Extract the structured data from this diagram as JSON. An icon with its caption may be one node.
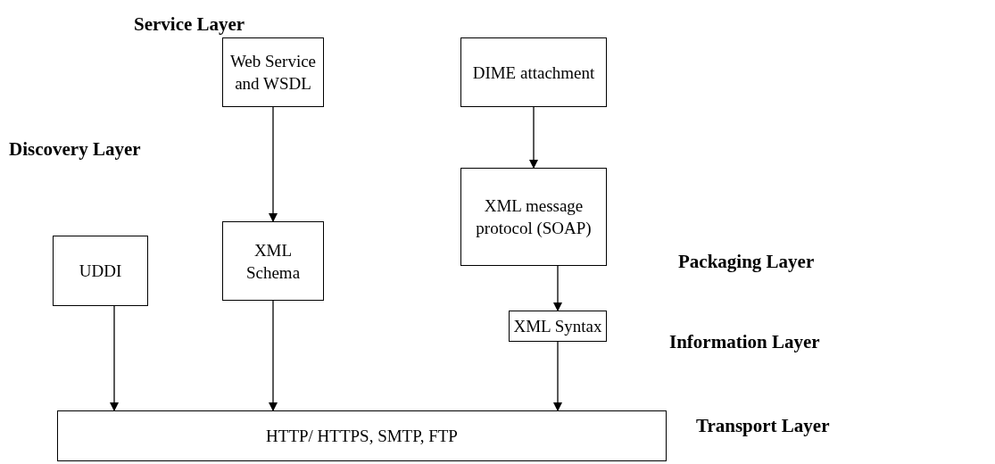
{
  "diagram": {
    "nodes": [
      {
        "text": [
          "Web Service and WSDL"
        ]
      },
      {
        "text": [
          "DIME attachment"
        ]
      },
      {
        "text": [
          "XML message protocol (SOAP)"
        ]
      },
      {
        "text": [
          "UDDI"
        ]
      },
      {
        "text": [
          "XML Schema"
        ]
      },
      {
        "text": [
          "XML Syntax"
        ]
      },
      {
        "text": [
          "HTTP/ HTTPS, SMTP, FTP"
        ]
      }
    ],
    "edges": [
      {
        "from": 0,
        "to": 4,
        "arrow": "to"
      },
      {
        "from": 1,
        "to": 2,
        "arrow": "to"
      },
      {
        "from": 2,
        "to": 5,
        "arrow": "to"
      },
      {
        "from": 3,
        "to": 6,
        "arrow": "to"
      },
      {
        "from": 4,
        "to": 6,
        "arrow": "to"
      },
      {
        "from": 5,
        "to": 6,
        "arrow": "to"
      }
    ],
    "labels": [
      "Service Layer",
      "Discovery Layer",
      "Packaging Layer",
      "Information Layer",
      "Transport Layer"
    ]
  }
}
